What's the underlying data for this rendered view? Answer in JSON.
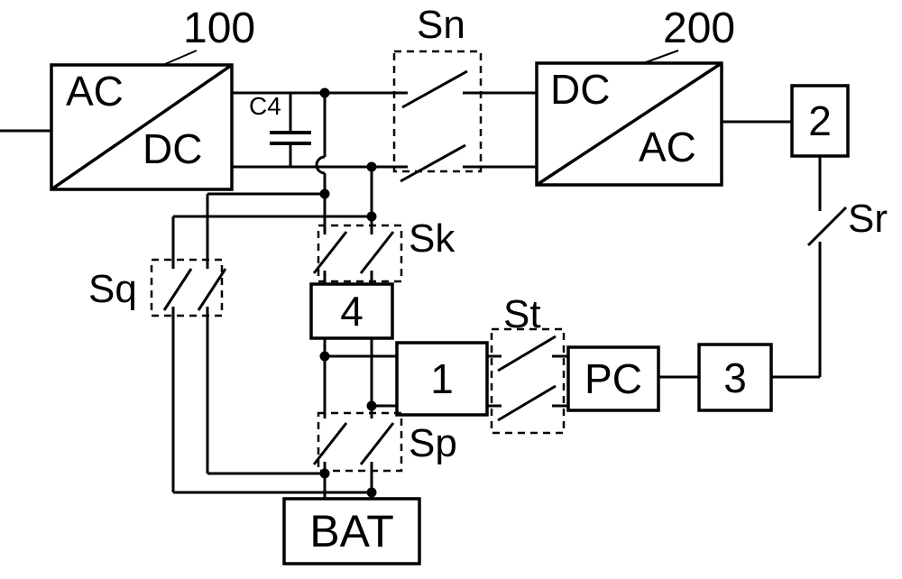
{
  "blocks": {
    "acdc": {
      "label_top": "AC",
      "label_bottom": "DC",
      "ref": "100"
    },
    "dcac": {
      "label_top": "DC",
      "label_bottom": "AC",
      "ref": "200"
    },
    "block2": {
      "label": "2"
    },
    "block4": {
      "label": "4"
    },
    "block1": {
      "label": "1"
    },
    "pc": {
      "label": "PC"
    },
    "block3": {
      "label": "3"
    },
    "bat": {
      "label": "BAT"
    }
  },
  "switches": {
    "sn": {
      "label": "Sn"
    },
    "sk": {
      "label": "Sk"
    },
    "sq": {
      "label": "Sq"
    },
    "sp": {
      "label": "Sp"
    },
    "st": {
      "label": "St"
    },
    "sr": {
      "label": "Sr"
    }
  },
  "components": {
    "c4": {
      "label": "C4"
    }
  },
  "colors": {
    "line": "#000000",
    "background": "#ffffff"
  }
}
